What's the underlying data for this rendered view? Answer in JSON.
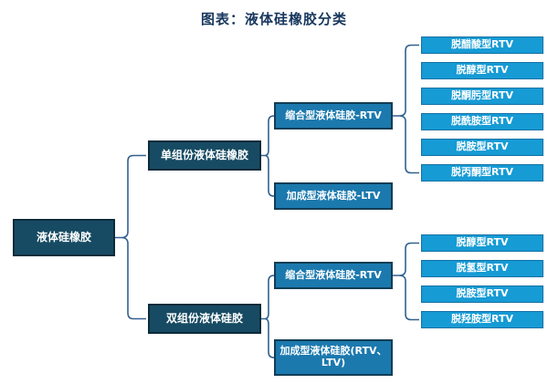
{
  "title": "图表：液体硅橡胶分类",
  "colors": {
    "title": "#17365d",
    "dark": "#174b63",
    "darkBorder": "#0c2b3a",
    "mid": "#1b79ae",
    "midBorder": "#123d55",
    "light": "#169bd5",
    "lightBorder": "#1472a4",
    "line": "#33618f"
  },
  "nodes": {
    "root": "液体硅橡胶",
    "l2": [
      "单组份液体硅橡胶",
      "双组份液体硅胶"
    ],
    "l3": [
      "缩合型液体硅胶-RTV",
      "加成型液体硅胶-LTV",
      "缩合型液体硅胶-RTV",
      "加成型液体硅胶(RTV、LTV)"
    ],
    "l4a": [
      "脱醋酸型RTV",
      "脱醇型RTV",
      "脱酮肟型RTV",
      "脱酰胺型RTV",
      "脱胺型RTV",
      "脱丙酮型RTV"
    ],
    "l4b": [
      "脱醇型RTV",
      "脱氢型RTV",
      "脱胺型RTV",
      "脱羟胺型RTV"
    ]
  }
}
